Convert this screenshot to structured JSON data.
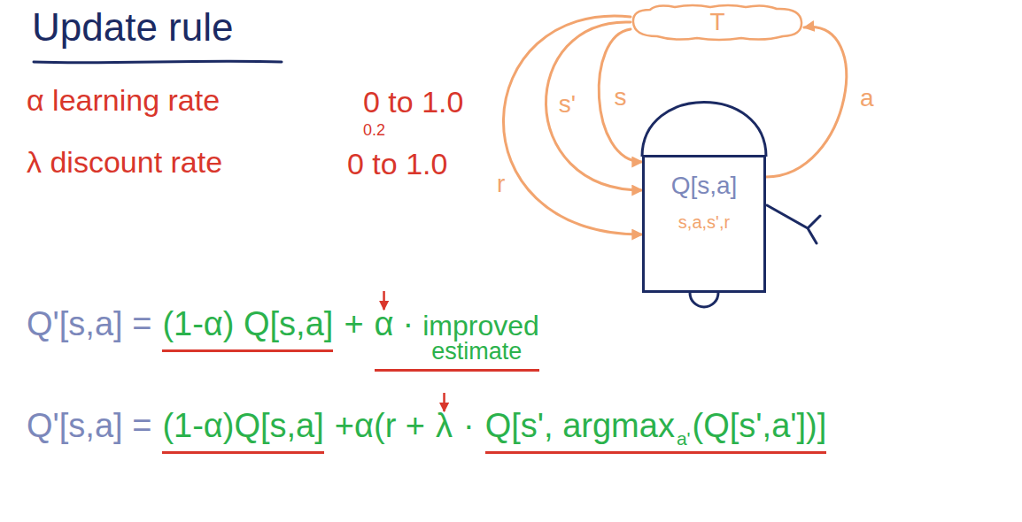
{
  "diagram": {
    "title": "Update rule",
    "nodes": [
      {
        "text": [
          "T"
        ]
      },
      {
        "text": [
          "Q[s,a]",
          "s,a,s',r"
        ]
      }
    ],
    "edges": [
      {
        "from": 0,
        "to": 1,
        "label": "s'",
        "arrow": "to"
      },
      {
        "from": 0,
        "to": 1,
        "label": "s",
        "arrow": "to"
      },
      {
        "from": 0,
        "to": 1,
        "label": "r",
        "arrow": "to"
      },
      {
        "from": 1,
        "to": 0,
        "label": "a",
        "arrow": "to"
      }
    ],
    "labels": [
      "α learning rate",
      "0 to 1.0",
      "0.2",
      "λ discount rate",
      "0 to 1.0",
      "Q'[s,a] =",
      "(1-α) Q[s,a]",
      "+",
      "α",
      "·",
      "improved",
      "estimate",
      "Q'[s,a] =",
      "(1-α)Q[s,a]",
      "+α(r +",
      "λ",
      "·",
      "Q[s', argmax",
      "a'",
      "(Q[s',a'])]"
    ]
  }
}
